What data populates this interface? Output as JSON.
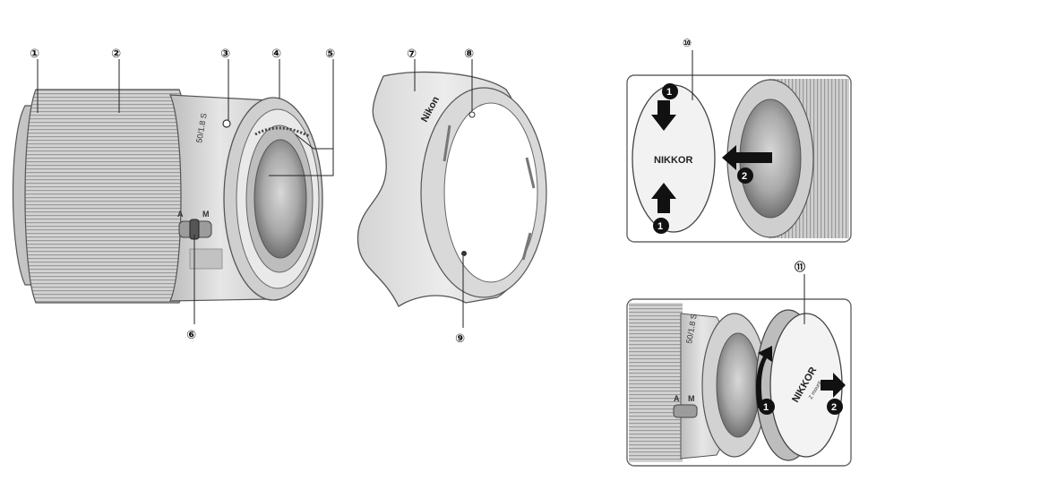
{
  "callouts": [
    {
      "id": "1",
      "label": "①"
    },
    {
      "id": "2",
      "label": "②"
    },
    {
      "id": "3",
      "label": "③"
    },
    {
      "id": "4",
      "label": "④"
    },
    {
      "id": "5",
      "label": "⑤"
    },
    {
      "id": "6",
      "label": "⑥"
    },
    {
      "id": "7",
      "label": "⑦"
    },
    {
      "id": "8",
      "label": "⑧"
    },
    {
      "id": "9",
      "label": "⑨"
    },
    {
      "id": "10",
      "label": "⑩"
    },
    {
      "id": "11",
      "label": "⑪"
    }
  ],
  "lens": {
    "focal_marking": "50/1.8 S",
    "switch_a": "A",
    "switch_m": "M"
  },
  "hood": {
    "brand": "Nikon"
  },
  "front_cap": {
    "brand": "NIKKOR",
    "step1": "1",
    "step2": "2"
  },
  "rear_cap": {
    "brand": "NIKKOR",
    "z_mark": "Z mount",
    "step1": "1",
    "step2": "2"
  }
}
